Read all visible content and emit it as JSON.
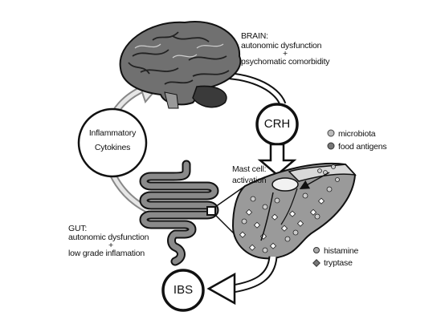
{
  "brain": {
    "title": "BRAIN:",
    "line1": "autonomic dysfunction",
    "plus": "+",
    "line2": "psychomatic comorbidity"
  },
  "crh": {
    "label": "CRH"
  },
  "ibs": {
    "label": "IBS"
  },
  "inflammatory": {
    "line1": "Inflammatory",
    "line2": "Cytokines"
  },
  "mast_cell": {
    "line1": "Mast cell:",
    "line2": "activation"
  },
  "triggers": {
    "microbiota": "microbiota",
    "food_antigens": "food antigens"
  },
  "mediators": {
    "histamine": "histamine",
    "tryptase": "tryptase"
  },
  "gut": {
    "title": "GUT:",
    "line1": "autonomic dysfunction",
    "plus": "+",
    "line2": "low grade inflamation"
  },
  "colors": {
    "brain_fill": "#6e6e6e",
    "gut_fill": "#8a8a8a",
    "tissue_fill": "#9a9a9a",
    "outline": "#111111"
  }
}
